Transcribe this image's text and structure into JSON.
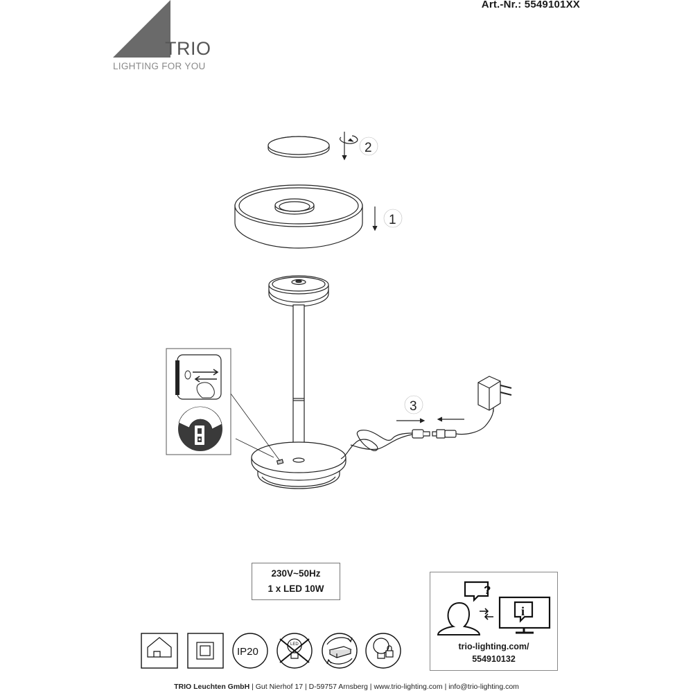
{
  "header": {
    "article_number": "Art.-Nr.: 5549101XX"
  },
  "logo": {
    "brand": "TRIO",
    "tagline": "LIGHTING FOR YOU",
    "color": "#666666"
  },
  "assembly": {
    "steps": [
      {
        "number": "1",
        "part": "lamp-shade"
      },
      {
        "number": "2",
        "part": "cover-disc"
      },
      {
        "number": "3",
        "part": "power-connector"
      }
    ]
  },
  "specs": {
    "voltage": "230V~50Hz",
    "led": "1 x LED 10W"
  },
  "symbols": [
    {
      "icon": "indoor-house-icon"
    },
    {
      "icon": "protection-class-2-icon"
    },
    {
      "icon": "ip-rating-icon",
      "label": "IP20"
    },
    {
      "icon": "led-not-replaceable-icon",
      "label": "LED"
    },
    {
      "icon": "dimmable-driver-icon"
    },
    {
      "icon": "lamp-lock-icon"
    }
  ],
  "info": {
    "url_line1": "trio-lighting.com/",
    "url_line2": "554910132"
  },
  "footer": {
    "company": "TRIO Leuchten GmbH",
    "address": "Gut Nierhof 17",
    "city": "D-59757 Arnsberg",
    "website": "www.trio-lighting.com",
    "email": "info@trio-lighting.com",
    "separator": "|"
  }
}
